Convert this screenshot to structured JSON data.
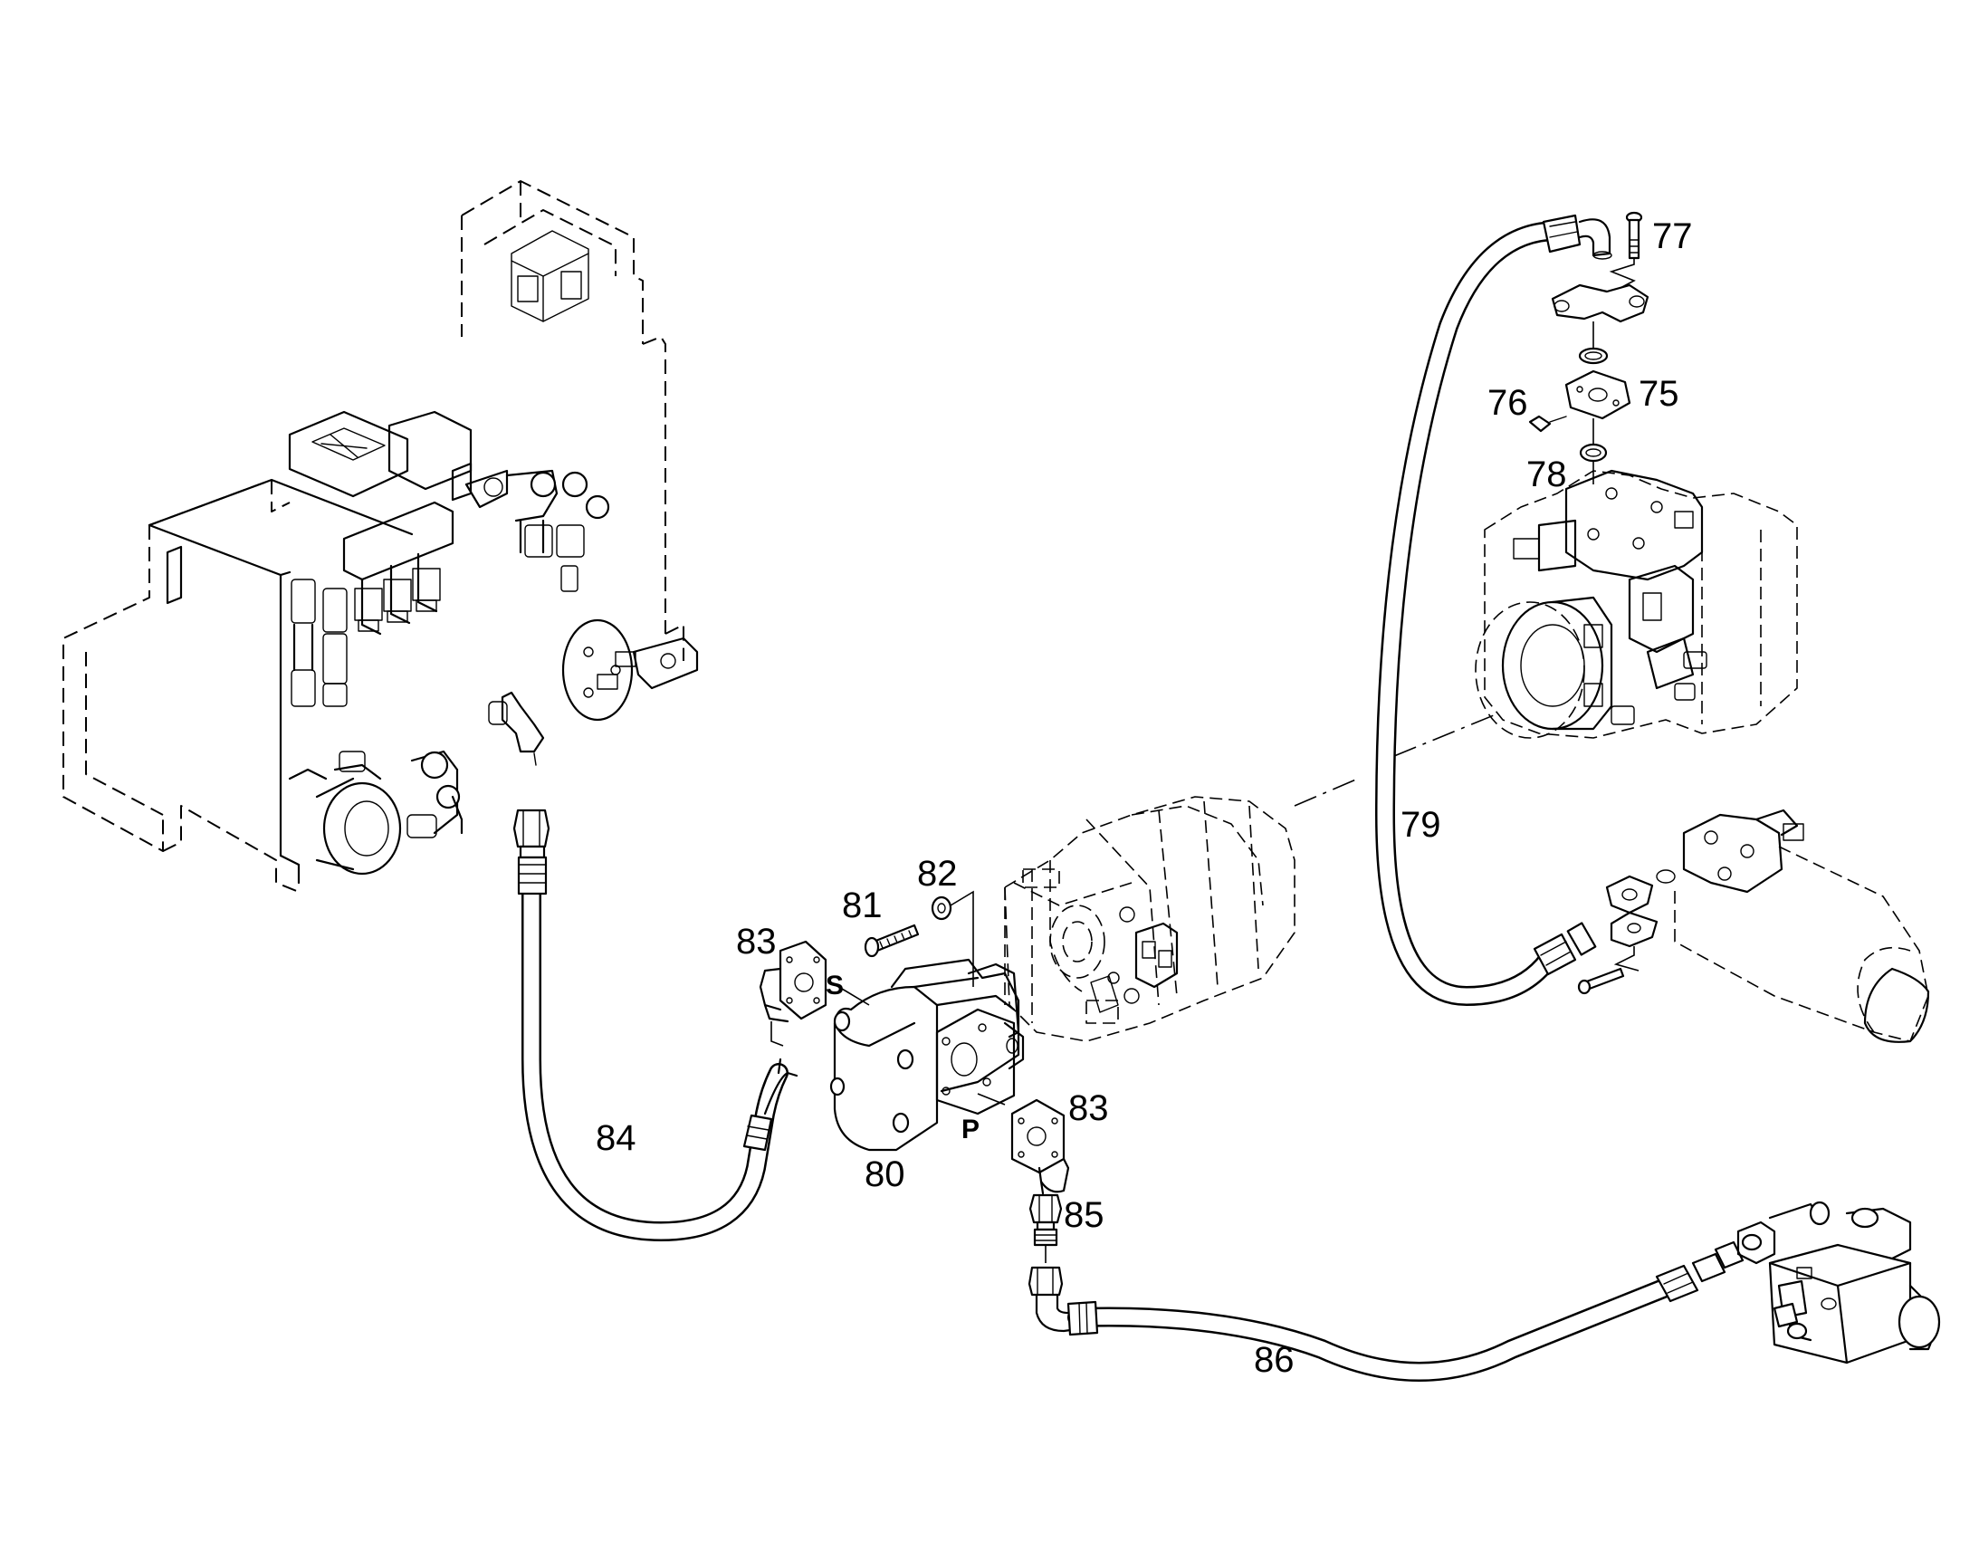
{
  "callouts": [
    {
      "id": "c75",
      "text": "75"
    },
    {
      "id": "c76",
      "text": "76"
    },
    {
      "id": "c77",
      "text": "77"
    },
    {
      "id": "c78",
      "text": "78"
    },
    {
      "id": "c79",
      "text": "79"
    },
    {
      "id": "c80",
      "text": "80"
    },
    {
      "id": "c81",
      "text": "81"
    },
    {
      "id": "c82",
      "text": "82"
    },
    {
      "id": "c83a",
      "text": "83"
    },
    {
      "id": "c83b",
      "text": "83"
    },
    {
      "id": "c84",
      "text": "84"
    },
    {
      "id": "c85",
      "text": "85"
    },
    {
      "id": "c86",
      "text": "86"
    }
  ],
  "ports": {
    "suction": "S",
    "pressure": "P"
  }
}
